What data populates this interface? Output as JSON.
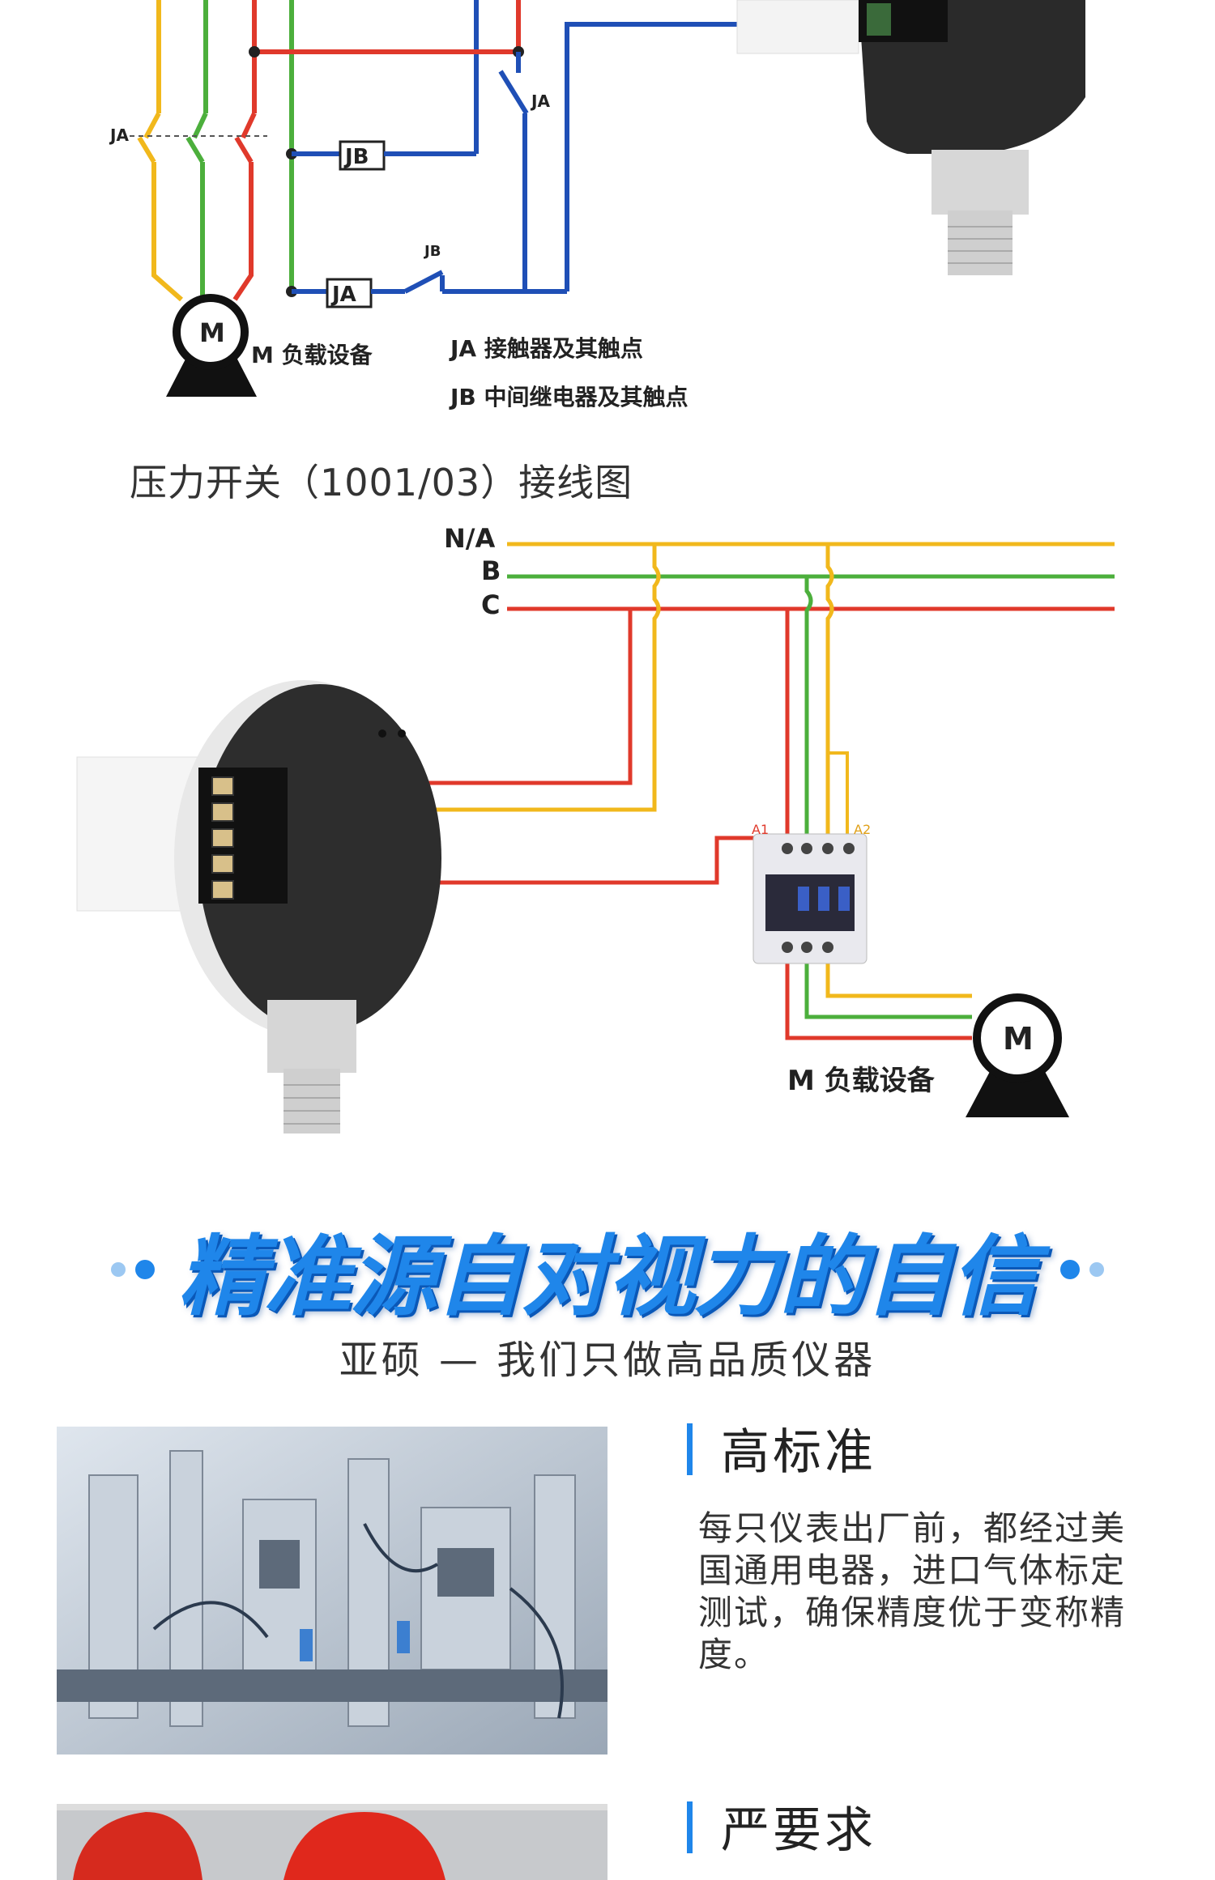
{
  "top_diagram": {
    "label_ja": "JA",
    "label_jb": "JB",
    "motor_letter": "M",
    "motor_caption": "M  负载设备",
    "legend_ja": "JA  接触器及其触点",
    "legend_jb": "JB  中间继电器及其触点"
  },
  "main_diagram": {
    "title": "压力开关（1001/03）接线图",
    "line_na": "N/A",
    "line_b": "B",
    "line_c": "C",
    "a1": "A1",
    "a2": "A2",
    "motor_letter": "M",
    "motor_caption": "M  负载设备"
  },
  "slogan": {
    "headline": "精准源自对视力的自信",
    "subline": "亚硕 — 我们只做高品质仪器"
  },
  "features": [
    {
      "title": "高标准",
      "text": "每只仪表出厂前，都经过美国通用电器，进口气体标定测试，确保精度优于变称精度。"
    },
    {
      "title": "严要求"
    }
  ],
  "colors": {
    "wire_yellow": "#f1b81c",
    "wire_green": "#4caf3c",
    "wire_red": "#e0392b",
    "wire_blue": "#1f4fb6",
    "accent_blue": "#1f86ea"
  }
}
